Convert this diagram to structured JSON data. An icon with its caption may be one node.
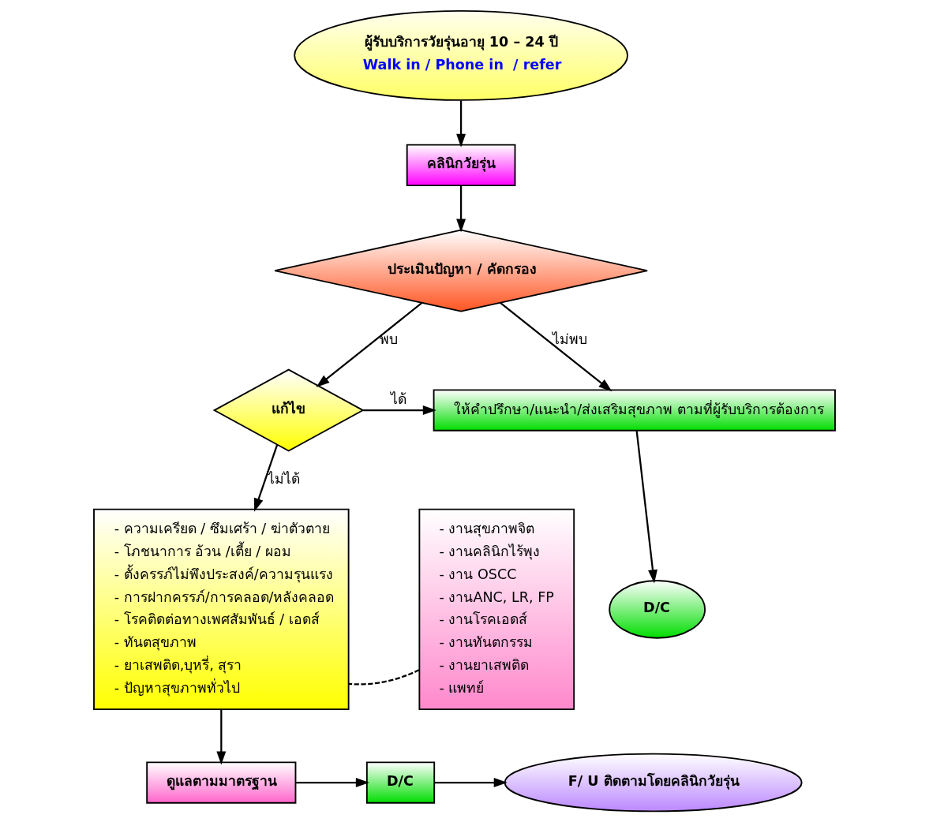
{
  "diagram": {
    "nodes": [
      {
        "text": [
          "ผู้รับบริการวัยรุ่นอายุ 10 – 24 ปี",
          "Walk in / Phone in  / refer"
        ]
      },
      {
        "text": [
          "คลินิกวัยรุ่น"
        ]
      },
      {
        "text": [
          "ประเมินปัญหา / คัดกรอง"
        ]
      },
      {
        "text": [
          "ให้คำปรึกษา/แนะนำ/ส่งเสริมสุขภาพ ตามที่ผู้รับบริการต้องการ"
        ]
      },
      {
        "text": [
          "แก้ไข"
        ]
      },
      {
        "text": [
          "D/C"
        ]
      },
      {
        "text": [
          "- งานสุขภาพจิต",
          "- งานคลินิกไร้พุง",
          "- งาน OSCC",
          "- งานANC, LR, FP",
          "- งานโรคเอดส์",
          "- งานทันตกรรม",
          "- งานยาเสพติด",
          "- แพทย์"
        ]
      },
      {
        "text": [
          "- ความเครียด / ซึมเศร้า / ฆ่าตัวตาย",
          "- โภชนาการ อ้วน /เตี้ย / ผอม",
          "- ตั้งครรภ์ไม่พึงประสงค์/ความรุนแรง",
          "- การฝากครรภ์/การคลอด/หลังคลอด",
          "- โรคติดต่อทางเพศสัมพันธ์ / เอดส์",
          "- ทันตสุขภาพ",
          "- ยาเสพติด,บุหรี่, สุรา",
          "- ปัญหาสุขภาพทั่วไป"
        ]
      },
      {
        "text": [
          "ดูแลตามมาตรฐาน"
        ]
      },
      {
        "text": [
          "D/C"
        ]
      },
      {
        "text": [
          "F/ U ติดตามโดยคลินิกวัยรุ่น"
        ]
      }
    ],
    "edges": [
      {
        "from": 0,
        "to": 1,
        "arrow": "to"
      },
      {
        "from": 1,
        "to": 2,
        "arrow": "to"
      },
      {
        "from": 2,
        "to": 3,
        "arrow": "to",
        "label": "ไม่พบ"
      },
      {
        "from": 2,
        "to": 4,
        "arrow": "to",
        "label": "พบ"
      },
      {
        "from": 4,
        "to": 3,
        "arrow": "to",
        "label": "ได้"
      },
      {
        "from": 4,
        "to": 7,
        "arrow": "to",
        "label": "ไม่ได้"
      },
      {
        "from": 3,
        "to": 5,
        "arrow": "to"
      },
      {
        "from": 6,
        "to": 7,
        "arrow": "none",
        "style": "dashed"
      },
      {
        "from": 7,
        "to": 8,
        "arrow": "to"
      },
      {
        "from": 8,
        "to": 9,
        "arrow": "to"
      },
      {
        "from": 9,
        "to": 10,
        "arrow": "to"
      }
    ]
  }
}
